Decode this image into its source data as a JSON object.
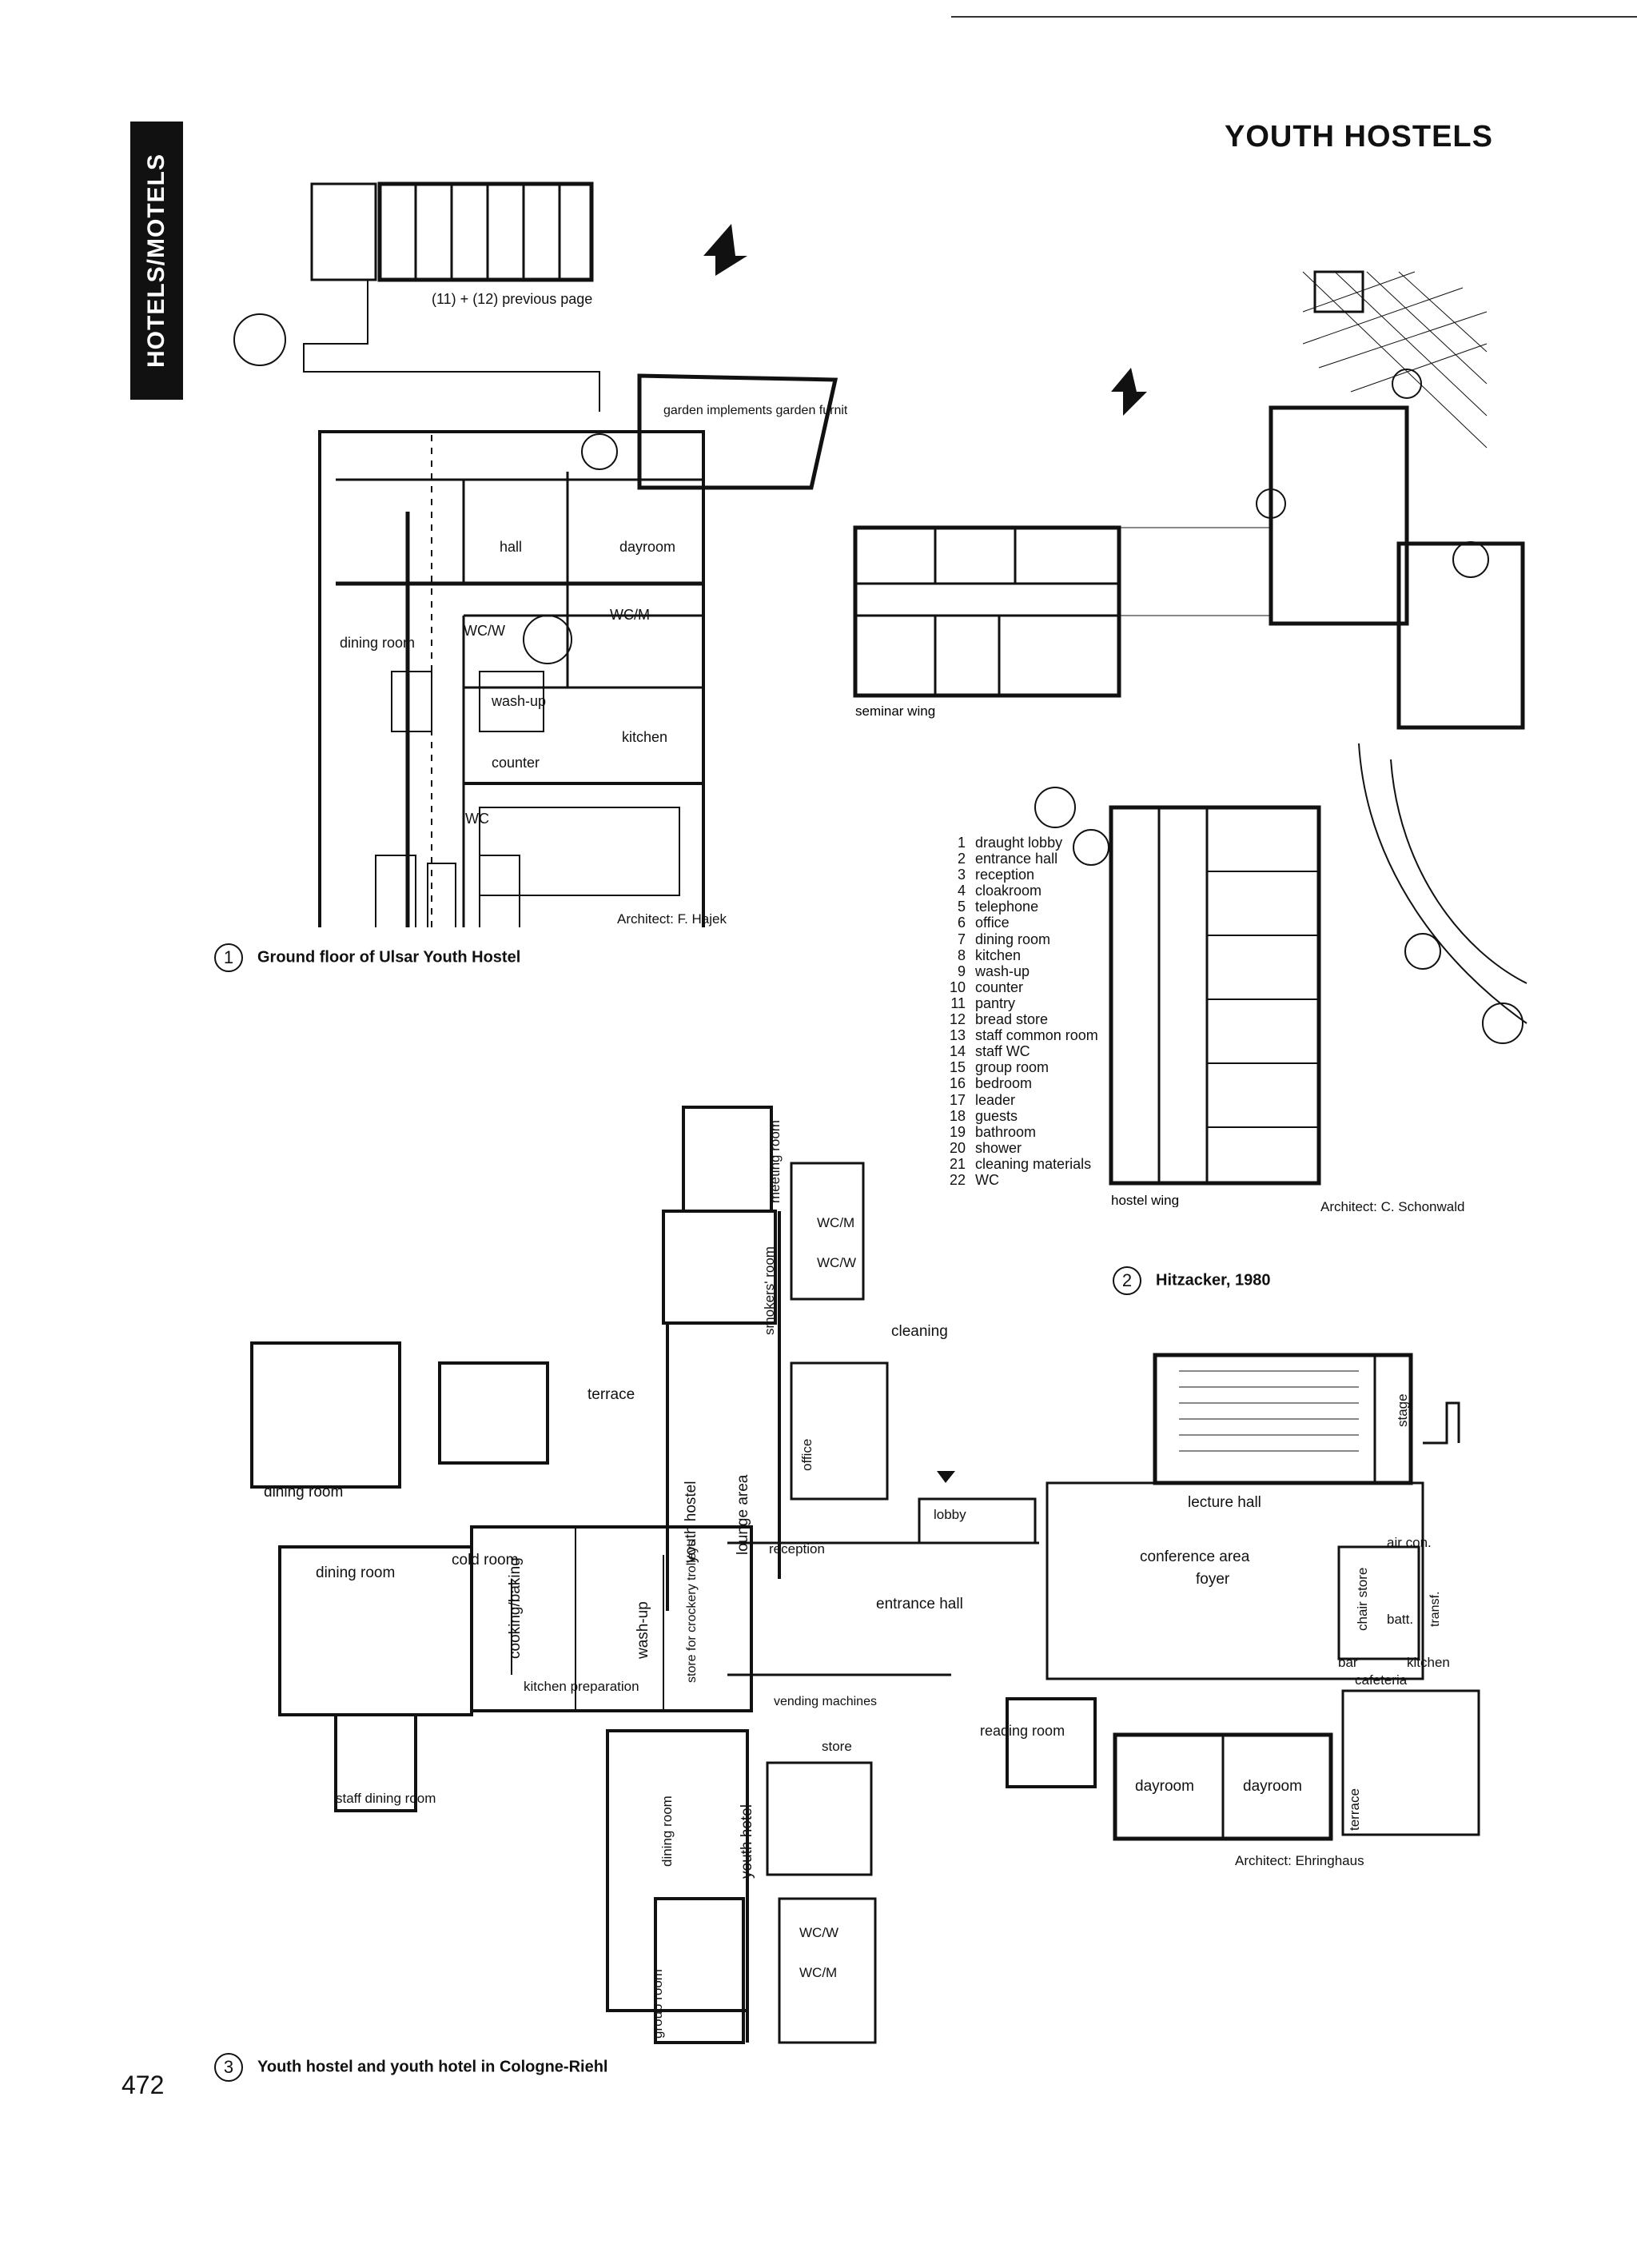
{
  "page": {
    "side_tab": "HOTELS/MOTELS",
    "title": "YOUTH HOSTELS",
    "page_number": "472"
  },
  "plan1": {
    "caption_number": "1",
    "caption": "Ground floor of Ulsar Youth Hostel",
    "architect": "Architect: F. Hajek",
    "previous_note": "(11) + (12) previous page",
    "labels": {
      "garden": "garden implements garden furniture",
      "hall": "hall",
      "dayroom": "dayroom",
      "wcw": "WC/W",
      "wcm": "WC/M",
      "dining": "dining room",
      "washup": "wash-up",
      "kitchen": "kitchen",
      "counter": "counter",
      "wc": "WC"
    }
  },
  "plan2": {
    "caption_number": "2",
    "caption": "Hitzacker, 1980",
    "architect": "Architect: C. Schonwald",
    "seminar_wing": "seminar wing",
    "hostel_wing": "hostel wing",
    "legend": [
      {
        "n": "1",
        "t": "draught lobby"
      },
      {
        "n": "2",
        "t": "entrance hall"
      },
      {
        "n": "3",
        "t": "reception"
      },
      {
        "n": "4",
        "t": "cloakroom"
      },
      {
        "n": "5",
        "t": "telephone"
      },
      {
        "n": "6",
        "t": "office"
      },
      {
        "n": "7",
        "t": "dining room"
      },
      {
        "n": "8",
        "t": "kitchen"
      },
      {
        "n": "9",
        "t": "wash-up"
      },
      {
        "n": "10",
        "t": "counter"
      },
      {
        "n": "11",
        "t": "pantry"
      },
      {
        "n": "12",
        "t": "bread store"
      },
      {
        "n": "13",
        "t": "staff common room"
      },
      {
        "n": "14",
        "t": "staff WC"
      },
      {
        "n": "15",
        "t": "group room"
      },
      {
        "n": "16",
        "t": "bedroom"
      },
      {
        "n": "17",
        "t": "leader"
      },
      {
        "n": "18",
        "t": "guests"
      },
      {
        "n": "19",
        "t": "bathroom"
      },
      {
        "n": "20",
        "t": "shower"
      },
      {
        "n": "21",
        "t": "cleaning materials"
      },
      {
        "n": "22",
        "t": "WC"
      }
    ]
  },
  "plan3": {
    "caption_number": "3",
    "caption": "Youth hostel and youth hotel in Cologne-Riehl",
    "architect": "Architect: Ehringhaus",
    "labels": {
      "dining_room": "dining room",
      "terrace": "terrace",
      "cold_room": "cold room",
      "cooking_baking": "cooking/baking",
      "kitchen_preparation": "kitchen preparation",
      "wash_up": "wash-up",
      "store_crockery": "store for crockery trolleys",
      "staff_dining": "staff dining room",
      "meeting_room": "meeting room",
      "smokers_room": "smokers' room",
      "wcm": "WC/M",
      "wcw": "WC/W",
      "cleaning": "cleaning",
      "youth_hostel": "youth hostel",
      "lounge_area": "lounge area",
      "office": "office",
      "reception": "reception",
      "lobby": "lobby",
      "entrance_hall": "entrance hall",
      "vending": "vending machines",
      "store": "store",
      "youth_hotel": "youth hotel",
      "group_room": "group room",
      "reading_room": "reading room",
      "lecture_hall": "lecture hall",
      "stage": "stage",
      "air_con": "air con.",
      "conference": "conference area",
      "foyer": "foyer",
      "chair_store": "chair store",
      "batt": "batt.",
      "transf": "transf.",
      "bar": "bar",
      "kitchen": "kitchen",
      "cafeteria": "cafeteria",
      "dayroom": "dayroom",
      "terrace2": "terrace"
    }
  }
}
